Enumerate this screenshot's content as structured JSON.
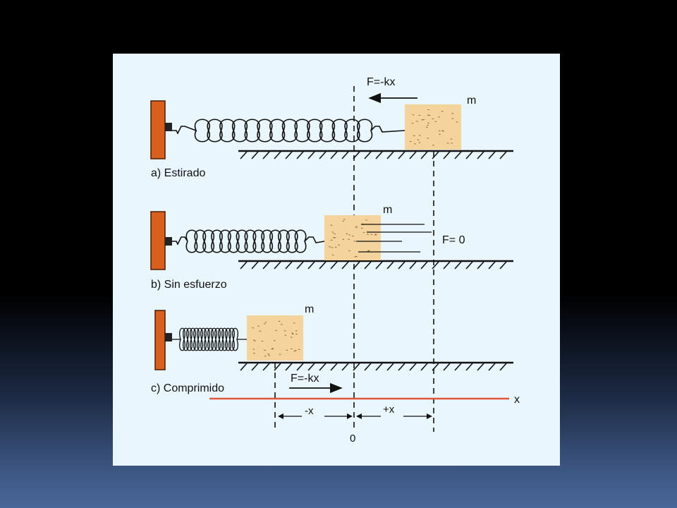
{
  "colors": {
    "panel_bg": "#eaf6fd",
    "wall": "#d85f1e",
    "block": "#f4d49c",
    "axis": "#e0563a",
    "ink": "#111111"
  },
  "labels": {
    "force_top": "F=-kx",
    "mass_a": "m",
    "caption_a": "a) Estirado",
    "mass_b": "m",
    "force_zero": "F= 0",
    "caption_b": "b) Sin esfuerzo",
    "mass_c": "m",
    "caption_c": "c) Comprimido",
    "force_bottom": "F=-kx",
    "axis_x": "x",
    "minus_x": "-x",
    "plus_x": "+x",
    "origin": "0"
  }
}
